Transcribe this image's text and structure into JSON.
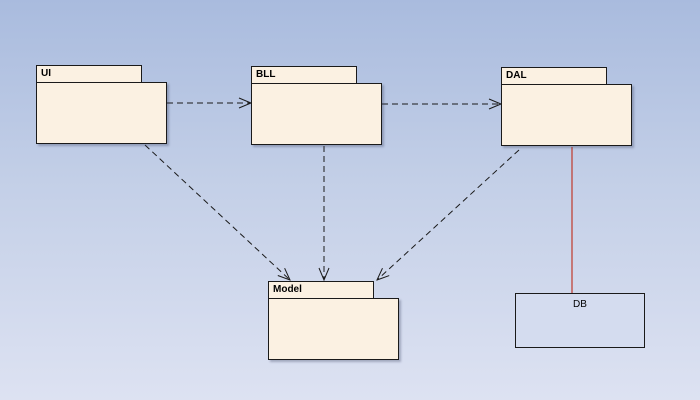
{
  "diagram": {
    "packages": [
      {
        "id": "ui",
        "label": "UI"
      },
      {
        "id": "bll",
        "label": "BLL"
      },
      {
        "id": "dal",
        "label": "DAL"
      },
      {
        "id": "model",
        "label": "Model"
      }
    ],
    "database": {
      "label": "DB"
    },
    "dependencies": [
      {
        "from": "UI",
        "to": "BLL",
        "style": "dashed"
      },
      {
        "from": "BLL",
        "to": "DAL",
        "style": "dashed"
      },
      {
        "from": "UI",
        "to": "Model",
        "style": "dashed"
      },
      {
        "from": "BLL",
        "to": "Model",
        "style": "dashed"
      },
      {
        "from": "DAL",
        "to": "Model",
        "style": "dashed"
      }
    ],
    "associations": [
      {
        "from": "DAL",
        "to": "DB",
        "style": "solid"
      }
    ],
    "colors": {
      "package_fill": "#fbf1e2",
      "background_top": "#a9bbde",
      "background_bottom": "#dde2f2",
      "dependency_line": "#1a1a1a",
      "association_line": "#c0392b"
    }
  }
}
